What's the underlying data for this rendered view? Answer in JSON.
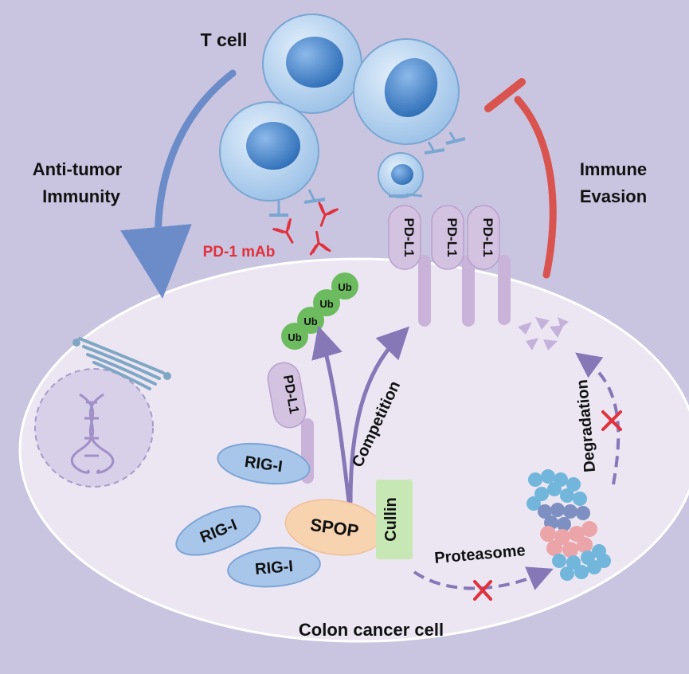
{
  "labels": {
    "t_cell": "T cell",
    "anti_tumor_line1": "Anti-tumor",
    "anti_tumor_line2": "Immunity",
    "immune_line1": "Immune",
    "immune_line2": "Evasion",
    "pd1_mab": "PD-1 mAb",
    "pdl1": "PD-L1",
    "ub": "Ub",
    "competition": "Competition",
    "rig_i": "RIG-I",
    "spop": "SPOP",
    "cullin": "Cullin",
    "proteasome": "Proteasome",
    "degradation": "Degradation",
    "cell_name": "Colon cancer cell"
  },
  "colors": {
    "background": "#c9c5e0",
    "cell_body": "#ece6f3",
    "arrow_blue": "#6c8cc9",
    "inhibit_red": "#d9534f",
    "antibody_red": "#e0313c",
    "ub_green": "#6dbb5f",
    "pdl1_purple": "#c9b3d8",
    "rig_i_blue": "#a8c6ea",
    "spop_peach": "#f7d3b0",
    "cullin_green": "#c7e8b4",
    "pathway_purple": "#8677b7"
  }
}
